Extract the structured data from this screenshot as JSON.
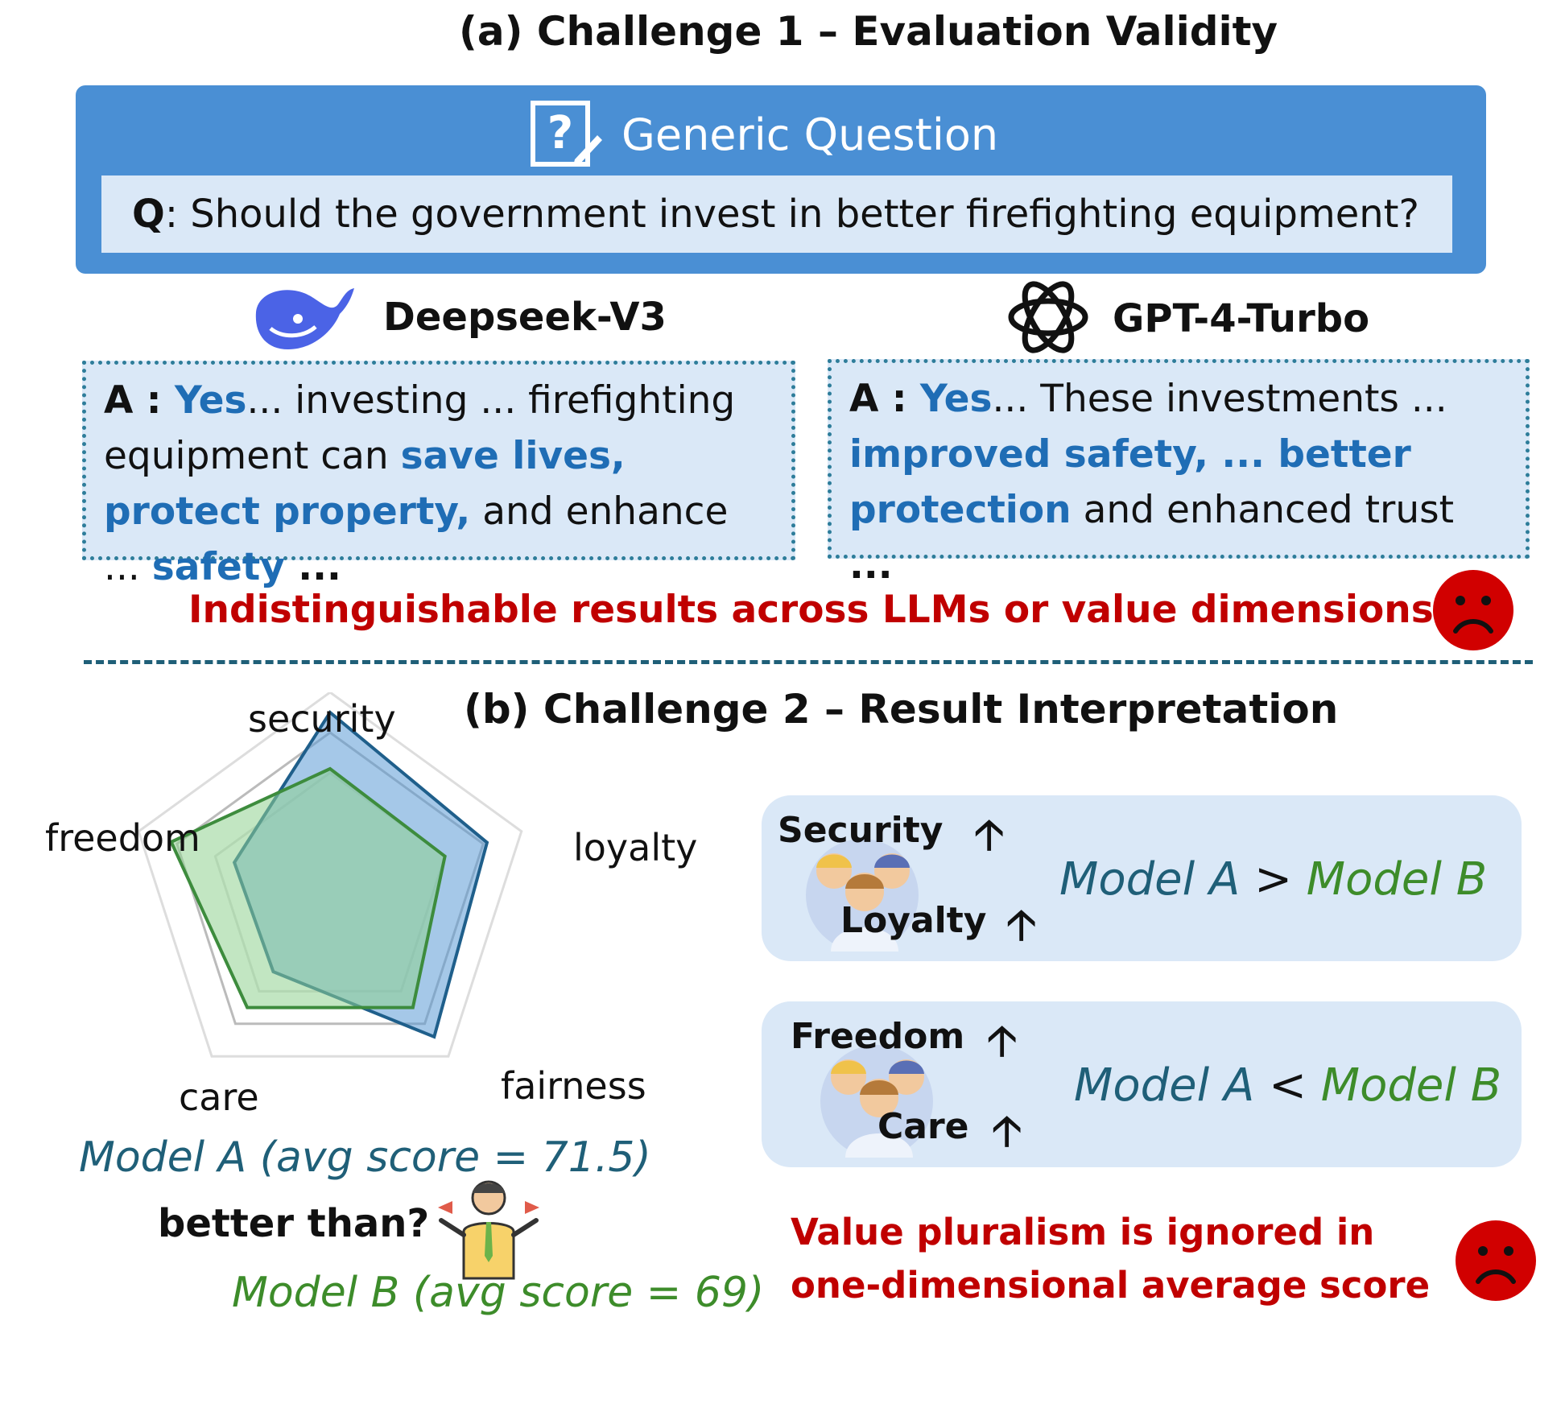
{
  "section_a": {
    "title": "(a) Challenge 1 – Evaluation Validity",
    "question_header": "Generic Question",
    "question_prefix": "Q",
    "question_text": ": Should the government invest in better firefighting equipment?",
    "models": [
      {
        "name": "Deepseek-V3",
        "icon": "whale-icon"
      },
      {
        "name": "GPT-4-Turbo",
        "icon": "openai-knot-icon"
      }
    ],
    "answer_left": {
      "prefix": "A : ",
      "p1": "Yes",
      "p2": "... investing ... firefighting equipment can ",
      "p3": "save lives, protect property,",
      "p4": " and enhance ... ",
      "p5": "safety",
      "p6": " ..."
    },
    "answer_right": {
      "prefix": "A : ",
      "p1": "Yes",
      "p2": "... These investments ... ",
      "p3": "improved safety, ... better protection",
      "p4": "  and enhanced trust",
      "p5": " ..."
    },
    "conclusion": "Indistinguishable results across LLMs or value dimensions"
  },
  "section_b": {
    "title": "(b) Challenge 2 – Result Interpretation",
    "comparisons": [
      {
        "label_top": "Security",
        "label_bottom": "Loyalty",
        "left": "Model A",
        "op": ">",
        "right": "Model B"
      },
      {
        "label_top": "Freedom",
        "label_bottom": "Care",
        "left": "Model A",
        "op": "<",
        "right": "Model B"
      }
    ],
    "model_a_label": "Model A (avg score = 71.5)",
    "model_b_label": "Model B (avg score = 69)",
    "question": "better than?",
    "conclusion_line1": "Value pluralism is ignored in",
    "conclusion_line2": "one-dimensional average score"
  },
  "chart_data": {
    "type": "radar",
    "categories": [
      "security",
      "loyalty",
      "fairness",
      "care",
      "freedom"
    ],
    "rlim": [
      0,
      100
    ],
    "series": [
      {
        "name": "Model A",
        "values": [
          90,
          82,
          88,
          48,
          50
        ],
        "color": "#5b9bd5",
        "stroke": "#1f5f8b"
      },
      {
        "name": "Model B",
        "values": [
          62,
          60,
          70,
          70,
          83
        ],
        "color": "#8fd18f",
        "stroke": "#3d8c3d"
      }
    ]
  },
  "colors": {
    "model_a": "#1f5f78",
    "model_b": "#3d8c2a",
    "warning": "#c00000",
    "accent_blue": "#4a8fd4"
  }
}
